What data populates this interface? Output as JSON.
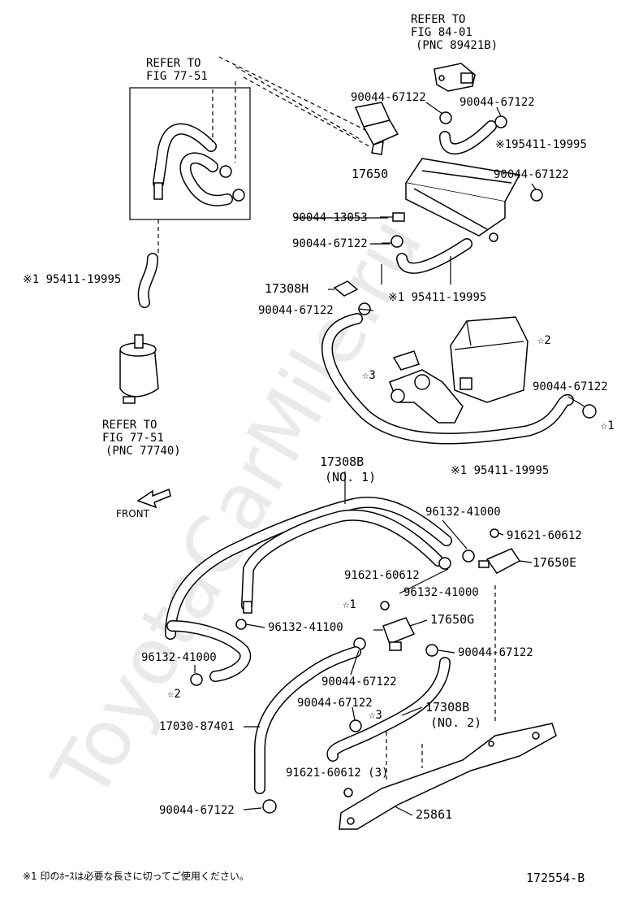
{
  "watermark": "ToyotaCarMile.ru",
  "refer_top_right": {
    "line1": "REFER TO",
    "line2": "FIG 84-01",
    "line3": "(PNC 89421B)"
  },
  "refer_top_left": {
    "line1": "REFER TO",
    "line2": "FIG 77-51"
  },
  "refer_filter": {
    "line1": "REFER TO",
    "line2": "FIG 77-51",
    "line3": "(PNC 77740)"
  },
  "labels": {
    "p_90044_67122_a": "90044-67122",
    "p_90044_67122_b": "90044-67122",
    "p_195411_19995_a": "※195411-19995",
    "p_17650": "17650",
    "p_90044_67122_c": "90044-67122",
    "p_90044_13053": "90044-13053",
    "p_90044_67122_d": "90044-67122",
    "p_95411_left": "※1 95411-19995",
    "p_17308H": "17308H",
    "p_95411_mid": "※1 95411-19995",
    "p_90044_67122_e": "90044-67122",
    "star2_canister": "☆2",
    "star3_valve": "☆3",
    "p_90044_67122_f": "90044-67122",
    "star1_right": "☆1",
    "p_95411_bottom": "※1 95411-19995",
    "p_17308B_1": "17308B",
    "p_17308B_1_no": "(NO. 1)",
    "front": "FRONT",
    "p_96132_41000_a": "96132-41000",
    "p_91621_60612_a": "91621-60612",
    "p_17650E": "17650E",
    "p_91621_60612_b": "91621-60612",
    "p_96132_41000_b": "96132-41000",
    "star1_mid": "☆1",
    "p_17650G": "17650G",
    "p_96132_41100": "96132-41100",
    "p_96132_41000_c": "96132-41000",
    "p_90044_67122_g": "90044-67122",
    "p_90044_67122_h": "90044-67122",
    "star2_left": "☆2",
    "p_90044_67122_i": "90044-67122",
    "star3_mid": "☆3",
    "p_17308B_2": "17308B",
    "p_17308B_2_no": "(NO. 2)",
    "p_17030_87401": "17030-87401",
    "p_91621_60612_3": "91621-60612 (3)",
    "p_90044_67122_j": "90044-67122",
    "p_25861": "25861"
  },
  "footnote": "※1 印のﾎｰｽは必要な長さに切ってご使用ください。",
  "figure_number": "172554-B"
}
